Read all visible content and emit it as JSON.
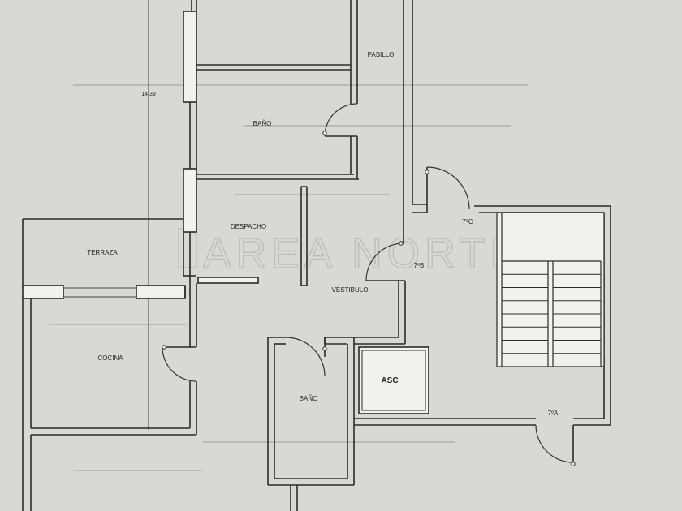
{
  "plan": {
    "watermark": "AREA NORTE",
    "dimension": "14.39",
    "rooms": {
      "pasillo": "PASILLO",
      "bano_upper": "BAÑO",
      "despacho": "DESPACHO",
      "terraza": "TERRAZA",
      "vestibulo": "VESTIBULO",
      "cocina": "COCINA",
      "bano_lower": "BAÑO",
      "asc": "ASC"
    },
    "units": {
      "c": "7ºC",
      "b": "7ºB",
      "a": "7ºA"
    },
    "colors": {
      "paper": "#d9d9d4",
      "wall_fill": "#f2f1ec",
      "line": "#2a2a2a"
    }
  }
}
